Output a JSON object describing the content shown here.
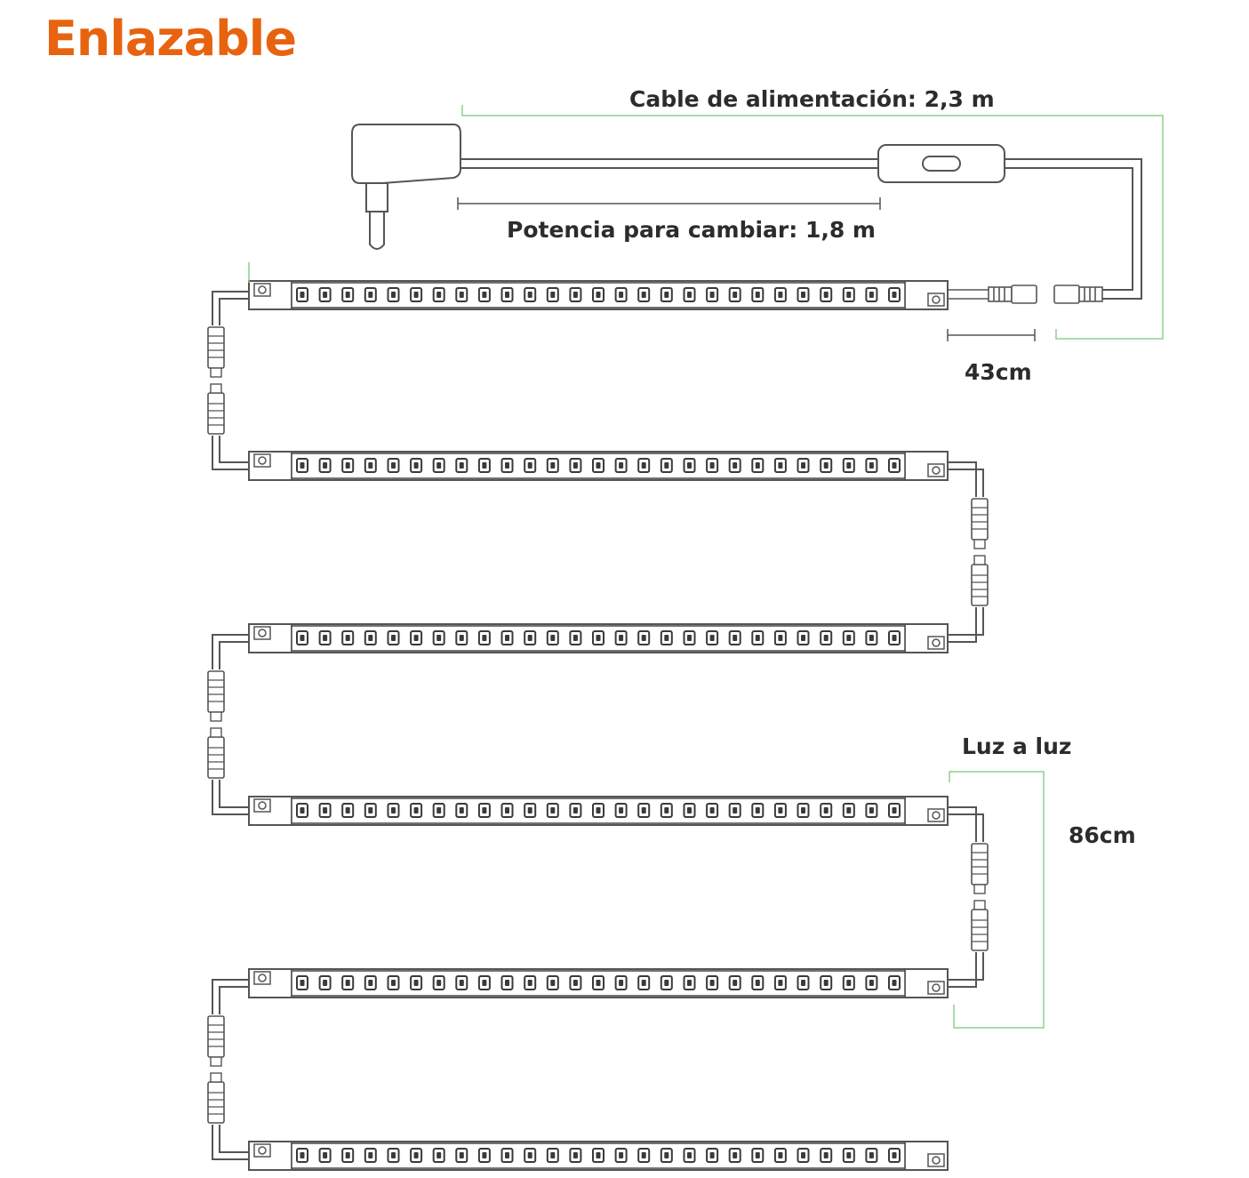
{
  "title": "Enlazable",
  "labels": {
    "power_cable": "Cable de alimentación: 2,3 m",
    "switch_length": "Potencia para cambiar: 1,8 m",
    "connector_length": "43cm",
    "light_to_light": "Luz a luz",
    "spacing": "86cm"
  },
  "bars": {
    "count": 6,
    "leds_per_bar": 27
  },
  "colors": {
    "title": "#e8630f",
    "dimension_line": "#8fcf8f",
    "outline": "#5a5a5a"
  }
}
